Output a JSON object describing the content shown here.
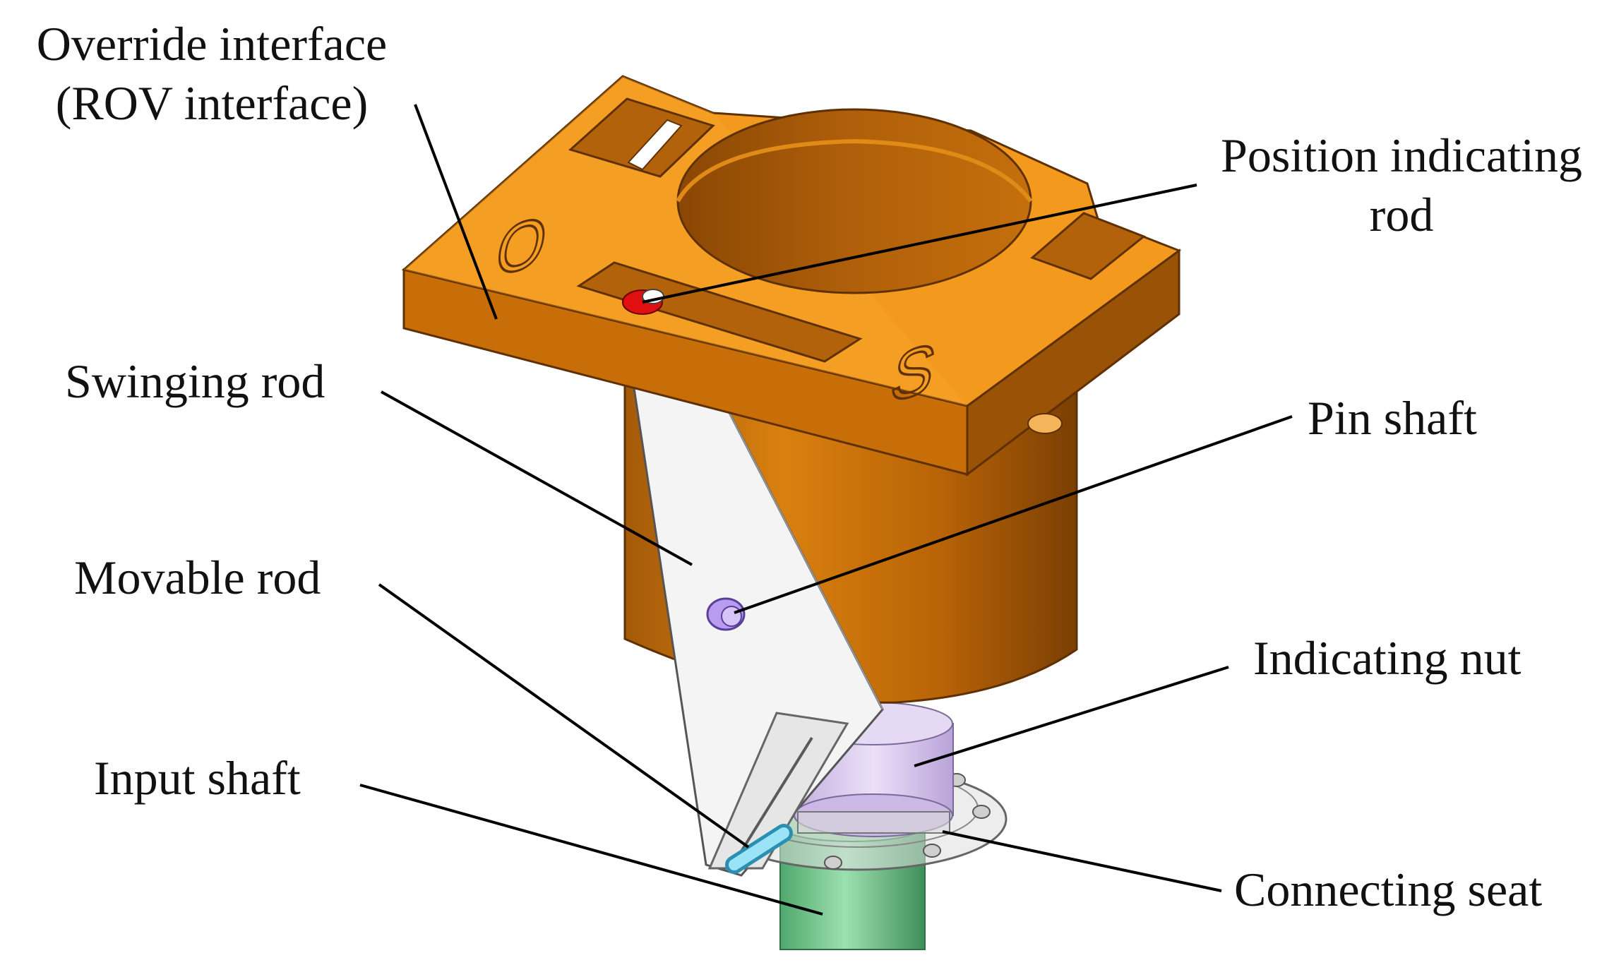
{
  "labels": {
    "override_line1": "Override interface",
    "override_line2": "(ROV interface)",
    "position_line1": "Position indicating",
    "position_line2": "rod",
    "swinging_rod": "Swinging rod",
    "pin_shaft": "Pin shaft",
    "movable_rod": "Movable rod",
    "indicating_nut": "Indicating nut",
    "input_shaft": "Input shaft",
    "connecting_seat": "Connecting seat"
  },
  "plate_marks": {
    "open": "O",
    "shut": "S"
  },
  "colors": {
    "housing": "#d2780a",
    "housing_light": "#f39a1e",
    "housing_dark": "#8a4a04",
    "swinging_rod": "#f2f2f2",
    "pin_shaft": "#b79cf0",
    "movable_rod": "#7fd6f0",
    "indicating_nut": "#d9c6ef",
    "input_shaft": "#6fc48a",
    "indicator_tip": "#e01010",
    "leader_line": "#000000"
  }
}
